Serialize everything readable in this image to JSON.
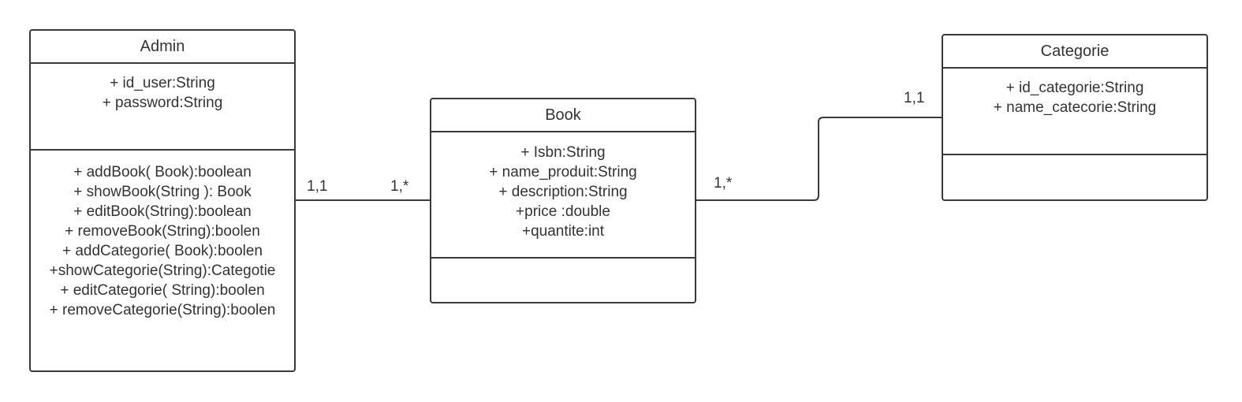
{
  "classes": {
    "admin": {
      "name": "Admin",
      "attributes": [
        "+ id_user:String",
        "+ password:String"
      ],
      "operations": [
        "+ addBook( Book):boolean",
        "+ showBook(String ): Book",
        "+ editBook(String):boolean",
        "+ removeBook(String):boolen",
        "+ addCategorie( Book):boolen",
        "+showCategorie(String):Categotie",
        "+ editCategorie( String):boolen",
        "+ removeCategorie(String):boolen"
      ]
    },
    "book": {
      "name": "Book",
      "attributes": [
        "+ Isbn:String",
        "+ name_produit:String",
        "+ description:String",
        "+price :double",
        "+quantite:int"
      ],
      "operations": []
    },
    "categorie": {
      "name": "Categorie",
      "attributes": [
        "+ id_categorie:String",
        "+ name_catecorie:String"
      ],
      "operations": []
    }
  },
  "associations": {
    "admin_book": {
      "admin_end": "1,1",
      "book_end": "1,*"
    },
    "book_categorie": {
      "book_end": "1,*",
      "categorie_end": "1,1"
    }
  },
  "colors": {
    "stroke": "#3a3a3a",
    "text": "#333333",
    "background": "#ffffff"
  }
}
